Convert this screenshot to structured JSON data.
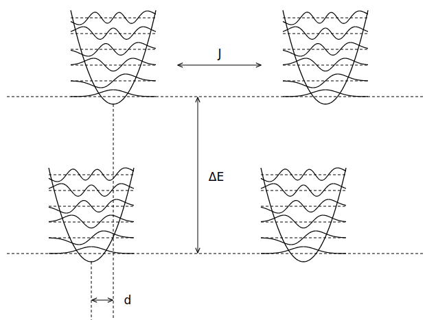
{
  "diagram": {
    "labels": [
      "J",
      "ΔE",
      "d"
    ]
  }
}
